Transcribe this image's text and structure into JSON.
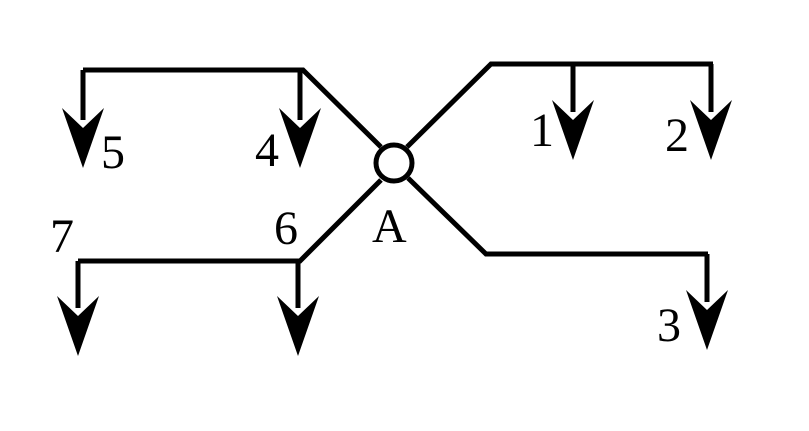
{
  "diagram": {
    "hub": {
      "label": "A"
    },
    "outlets": [
      {
        "id": "1",
        "label": "1"
      },
      {
        "id": "2",
        "label": "2"
      },
      {
        "id": "3",
        "label": "3"
      },
      {
        "id": "4",
        "label": "4"
      },
      {
        "id": "5",
        "label": "5"
      },
      {
        "id": "6",
        "label": "6"
      },
      {
        "id": "7",
        "label": "7"
      }
    ],
    "colors": {
      "line": "#000000",
      "background": "#ffffff"
    }
  }
}
